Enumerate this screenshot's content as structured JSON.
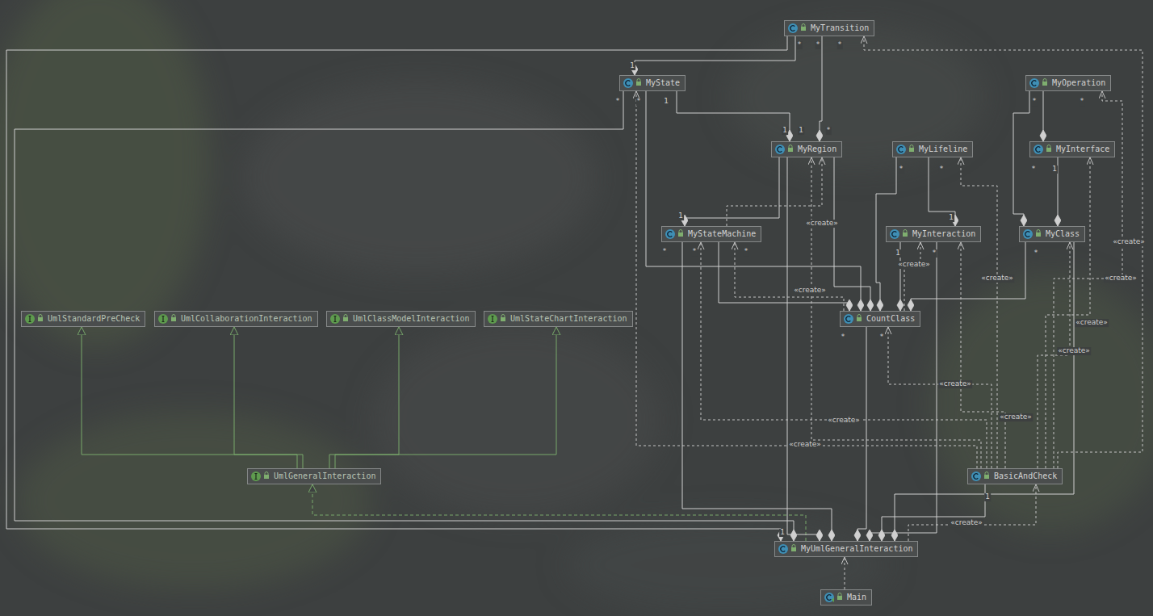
{
  "diagram": {
    "nodes": [
      {
        "text": [
          "MyTransition"
        ]
      },
      {
        "text": [
          "MyState"
        ]
      },
      {
        "text": [
          "MyOperation"
        ]
      },
      {
        "text": [
          "MyRegion"
        ]
      },
      {
        "text": [
          "MyLifeline"
        ]
      },
      {
        "text": [
          "MyInterface"
        ]
      },
      {
        "text": [
          "MyStateMachine"
        ]
      },
      {
        "text": [
          "MyInteraction"
        ]
      },
      {
        "text": [
          "MyClass"
        ]
      },
      {
        "text": [
          "CountClass"
        ]
      },
      {
        "text": [
          "UmlStandardPreCheck"
        ]
      },
      {
        "text": [
          "UmlCollaborationInteraction"
        ]
      },
      {
        "text": [
          "UmlClassModelInteraction"
        ]
      },
      {
        "text": [
          "UmlStateChartInteraction"
        ]
      },
      {
        "text": [
          "UmlGeneralInteraction"
        ]
      },
      {
        "text": [
          "BasicAndCheck"
        ]
      },
      {
        "text": [
          "MyUmlGeneralInteraction"
        ]
      },
      {
        "text": [
          "Main"
        ]
      }
    ],
    "edges": [
      {
        "from": 14,
        "to": 10,
        "arrow": "to"
      },
      {
        "from": 14,
        "to": 11,
        "arrow": "to"
      },
      {
        "from": 14,
        "to": 12,
        "arrow": "to"
      },
      {
        "from": 14,
        "to": 13,
        "arrow": "to"
      },
      {
        "from": 16,
        "to": 14,
        "arrow": "to"
      },
      {
        "from": 17,
        "to": 16,
        "arrow": "to"
      },
      {
        "from": 16,
        "to": 15,
        "arrow": "to",
        "label": "«create»"
      },
      {
        "from": 15,
        "to": 16,
        "arrow": "to"
      },
      {
        "from": 0,
        "to": 16,
        "arrow": "to"
      },
      {
        "from": 1,
        "to": 16,
        "arrow": "to"
      },
      {
        "from": 3,
        "to": 16,
        "arrow": "to"
      },
      {
        "from": 6,
        "to": 16,
        "arrow": "to"
      },
      {
        "from": 9,
        "to": 16,
        "arrow": "to"
      },
      {
        "from": 7,
        "to": 16,
        "arrow": "to"
      },
      {
        "from": 8,
        "to": 16,
        "arrow": "to"
      },
      {
        "from": 0,
        "to": 1,
        "arrow": "to"
      },
      {
        "from": 1,
        "to": 3,
        "arrow": "to"
      },
      {
        "from": 0,
        "to": 3,
        "arrow": "to"
      },
      {
        "from": 3,
        "to": 6,
        "arrow": "to"
      },
      {
        "from": 4,
        "to": 7,
        "arrow": "to"
      },
      {
        "from": 2,
        "to": 5,
        "arrow": "to"
      },
      {
        "from": 2,
        "to": 8,
        "arrow": "to"
      },
      {
        "from": 5,
        "to": 8,
        "arrow": "to"
      },
      {
        "from": 4,
        "to": 9,
        "arrow": "to"
      },
      {
        "from": 3,
        "to": 9,
        "arrow": "to"
      },
      {
        "from": 7,
        "to": 9,
        "arrow": "to"
      },
      {
        "from": 8,
        "to": 9,
        "arrow": "to"
      },
      {
        "from": 6,
        "to": 9,
        "arrow": "to"
      },
      {
        "from": 1,
        "to": 9,
        "arrow": "to"
      },
      {
        "from": 15,
        "to": 0,
        "arrow": "to",
        "label": "«create»"
      },
      {
        "from": 15,
        "to": 1,
        "arrow": "to",
        "label": "«create»"
      },
      {
        "from": 15,
        "to": 3,
        "arrow": "to"
      },
      {
        "from": 15,
        "to": 6,
        "arrow": "to",
        "label": "«create»"
      },
      {
        "from": 15,
        "to": 9,
        "arrow": "to",
        "label": "«create»"
      },
      {
        "from": 15,
        "to": 4,
        "arrow": "to",
        "label": "«create»"
      },
      {
        "from": 15,
        "to": 7,
        "arrow": "to",
        "label": "«create»"
      },
      {
        "from": 15,
        "to": 8,
        "arrow": "to",
        "label": "«create»"
      },
      {
        "from": 15,
        "to": 5,
        "arrow": "to",
        "label": "«create»"
      },
      {
        "from": 15,
        "to": 2,
        "arrow": "to",
        "label": "«create»"
      },
      {
        "from": 6,
        "to": 3,
        "arrow": "to",
        "label": "«create»"
      },
      {
        "from": 9,
        "to": 7,
        "arrow": "to",
        "label": "«create»"
      },
      {
        "from": 9,
        "to": 6,
        "arrow": "to",
        "label": "«create»"
      }
    ],
    "labels": [
      "1",
      "*",
      "*",
      "*",
      "*",
      "*",
      "1",
      "1",
      "1",
      "*",
      "1",
      "*",
      "*",
      "*",
      "*",
      "*",
      "1",
      "1",
      "*",
      "*",
      "*",
      "1",
      "*",
      "*",
      "*",
      "*",
      "1",
      "1"
    ]
  }
}
